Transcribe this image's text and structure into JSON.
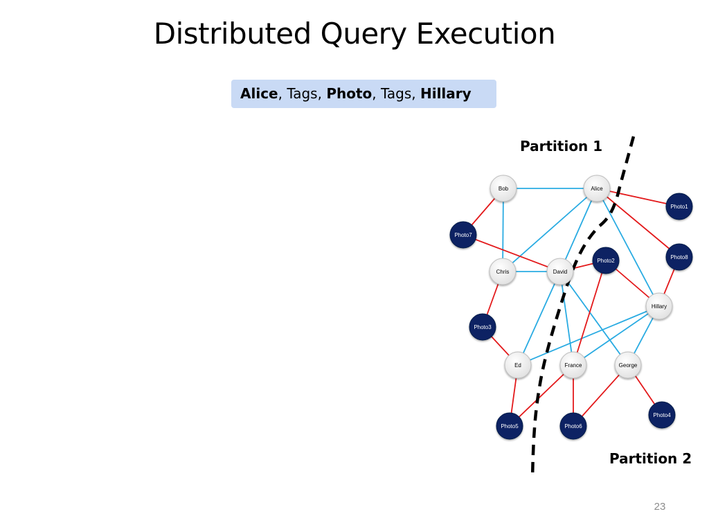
{
  "slide": {
    "title": "Distributed Query Execution",
    "page_number": "23"
  },
  "query": {
    "parts": [
      {
        "text": "Alice",
        "bold": true
      },
      {
        "text": ", Tags, ",
        "bold": false
      },
      {
        "text": "Photo",
        "bold": true
      },
      {
        "text": ", Tags, ",
        "bold": false
      },
      {
        "text": "Hillary",
        "bold": true
      }
    ]
  },
  "partitions": {
    "partition1_label": "Partition 1",
    "partition2_label": "Partition 2"
  },
  "colors": {
    "person_fill": "#f2f2f2",
    "photo_fill": "#0b2463",
    "friend_edge": "#29abe2",
    "tag_edge": "#e3191b",
    "query_box": "#c9daf5"
  },
  "graph": {
    "nodes": [
      {
        "id": "Bob",
        "label": "Bob",
        "type": "person"
      },
      {
        "id": "Alice",
        "label": "Alice",
        "type": "person"
      },
      {
        "id": "Photo1",
        "label": "Photo1",
        "type": "photo"
      },
      {
        "id": "Photo7",
        "label": "Photo7",
        "type": "photo"
      },
      {
        "id": "Photo2",
        "label": "Photo2",
        "type": "photo"
      },
      {
        "id": "Photo8",
        "label": "Photo8",
        "type": "photo"
      },
      {
        "id": "Chris",
        "label": "Chris",
        "type": "person"
      },
      {
        "id": "David",
        "label": "David",
        "type": "person"
      },
      {
        "id": "Hillary",
        "label": "Hillary",
        "type": "person"
      },
      {
        "id": "Photo3",
        "label": "Photo3",
        "type": "photo"
      },
      {
        "id": "Ed",
        "label": "Ed",
        "type": "person"
      },
      {
        "id": "France",
        "label": "France",
        "type": "person"
      },
      {
        "id": "George",
        "label": "George",
        "type": "person"
      },
      {
        "id": "Photo4",
        "label": "Photo4",
        "type": "photo"
      },
      {
        "id": "Photo5",
        "label": "Photo5",
        "type": "photo"
      },
      {
        "id": "Photo6",
        "label": "Photo6",
        "type": "photo"
      }
    ],
    "edges": [
      {
        "from": "Bob",
        "to": "Alice",
        "kind": "friend"
      },
      {
        "from": "Bob",
        "to": "Chris",
        "kind": "friend"
      },
      {
        "from": "Alice",
        "to": "Chris",
        "kind": "friend"
      },
      {
        "from": "Alice",
        "to": "David",
        "kind": "friend"
      },
      {
        "from": "Alice",
        "to": "Hillary",
        "kind": "friend"
      },
      {
        "from": "Chris",
        "to": "David",
        "kind": "friend"
      },
      {
        "from": "David",
        "to": "Ed",
        "kind": "friend"
      },
      {
        "from": "David",
        "to": "France",
        "kind": "friend"
      },
      {
        "from": "David",
        "to": "George",
        "kind": "friend"
      },
      {
        "from": "Ed",
        "to": "Hillary",
        "kind": "friend"
      },
      {
        "from": "France",
        "to": "Hillary",
        "kind": "friend"
      },
      {
        "from": "George",
        "to": "Hillary",
        "kind": "friend"
      },
      {
        "from": "Alice",
        "to": "Photo1",
        "kind": "tag"
      },
      {
        "from": "Alice",
        "to": "Photo8",
        "kind": "tag"
      },
      {
        "from": "Bob",
        "to": "Photo7",
        "kind": "tag"
      },
      {
        "from": "Photo7",
        "to": "David",
        "kind": "tag"
      },
      {
        "from": "David",
        "to": "Photo2",
        "kind": "tag"
      },
      {
        "from": "Photo2",
        "to": "Hillary",
        "kind": "tag"
      },
      {
        "from": "Photo8",
        "to": "Hillary",
        "kind": "tag"
      },
      {
        "from": "Chris",
        "to": "Photo3",
        "kind": "tag"
      },
      {
        "from": "Photo3",
        "to": "Ed",
        "kind": "tag"
      },
      {
        "from": "Ed",
        "to": "Photo5",
        "kind": "tag"
      },
      {
        "from": "Photo5",
        "to": "France",
        "kind": "tag"
      },
      {
        "from": "France",
        "to": "Photo6",
        "kind": "tag"
      },
      {
        "from": "Photo2",
        "to": "France",
        "kind": "tag"
      },
      {
        "from": "Photo6",
        "to": "George",
        "kind": "tag"
      },
      {
        "from": "George",
        "to": "Photo4",
        "kind": "tag"
      }
    ]
  }
}
